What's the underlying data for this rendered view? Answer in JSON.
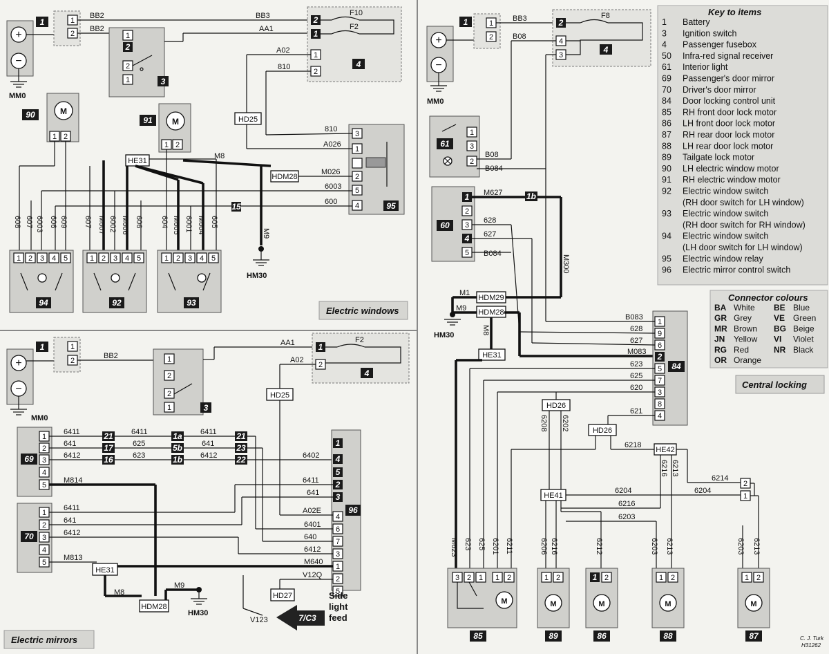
{
  "panels": {
    "electric_windows": {
      "title": "Electric windows"
    },
    "electric_mirrors": {
      "title": "Electric mirrors"
    },
    "central_locking": {
      "title": "Central locking"
    }
  },
  "key": {
    "title": "Key to items",
    "items": [
      {
        "num": "1",
        "text": "Battery"
      },
      {
        "num": "3",
        "text": "Ignition switch"
      },
      {
        "num": "4",
        "text": "Passenger fusebox"
      },
      {
        "num": "50",
        "text": "Infra-red signal receiver"
      },
      {
        "num": "61",
        "text": "Interior light"
      },
      {
        "num": "69",
        "text": "Passenger's door mirror"
      },
      {
        "num": "70",
        "text": "Driver's door mirror"
      },
      {
        "num": "84",
        "text": "Door locking control unit"
      },
      {
        "num": "85",
        "text": "RH front door lock motor"
      },
      {
        "num": "86",
        "text": "LH front door lock motor"
      },
      {
        "num": "87",
        "text": "RH rear door lock motor"
      },
      {
        "num": "88",
        "text": "LH rear door lock motor"
      },
      {
        "num": "89",
        "text": "Tailgate lock motor"
      },
      {
        "num": "90",
        "text": "LH electric window motor"
      },
      {
        "num": "91",
        "text": "RH electric window motor"
      },
      {
        "num": "92",
        "text": "Electric window switch"
      },
      {
        "num": "",
        "text": "(RH door switch for LH window)"
      },
      {
        "num": "93",
        "text": "Electric window switch"
      },
      {
        "num": "",
        "text": "(RH door switch for RH window)"
      },
      {
        "num": "94",
        "text": "Electric window switch"
      },
      {
        "num": "",
        "text": "(LH door switch for LH window)"
      },
      {
        "num": "95",
        "text": "Electric window relay"
      },
      {
        "num": "96",
        "text": "Electric mirror control switch"
      }
    ]
  },
  "colours": {
    "title": "Connector colours",
    "rows": [
      {
        "c1": "BA",
        "n1": "White",
        "c2": "BE",
        "n2": "Blue"
      },
      {
        "c1": "GR",
        "n1": "Grey",
        "c2": "VE",
        "n2": "Green"
      },
      {
        "c1": "MR",
        "n1": "Brown",
        "c2": "BG",
        "n2": "Beige"
      },
      {
        "c1": "JN",
        "n1": "Yellow",
        "c2": "VI",
        "n2": "Violet"
      },
      {
        "c1": "RG",
        "n1": "Red",
        "c2": "NR",
        "n2": "Black"
      },
      {
        "c1": "OR",
        "n1": "Orange",
        "c2": "",
        "n2": ""
      }
    ]
  },
  "credit": {
    "line1": "C. J. Turk",
    "line2": "H31262"
  },
  "side_feed": {
    "line1": "Side",
    "line2": "light",
    "line3": "feed",
    "arrow": "7/C3"
  },
  "badges": {
    "b1": "1",
    "b3": "3",
    "b4": "4",
    "b60": "60",
    "b61": "61",
    "b69": "69",
    "b70": "70",
    "b84": "84",
    "b85": "85",
    "b86": "86",
    "b87": "87",
    "b88": "88",
    "b89": "89",
    "b90": "90",
    "b91": "91",
    "b92": "92",
    "b93": "93",
    "b94": "94",
    "b95": "95",
    "b96": "96"
  },
  "fuses": {
    "f10": "F10",
    "f2": "F2",
    "f8": "F8"
  },
  "grounds": {
    "mm0": "MM0",
    "hm30": "HM30"
  },
  "labels": {
    "bb3": "BB3",
    "bb2": "BB2",
    "aa1": "AA1",
    "a02": "A02",
    "n810": "810",
    "hd25": "HD25",
    "a026": "A026",
    "m8": "M8",
    "he31": "HE31",
    "hdm28": "HDM28",
    "m026": "M026",
    "n6003": "6003",
    "n600": "600",
    "n15": "15",
    "m9": "M9",
    "n608": "608",
    "n607": "607",
    "n606": "606",
    "n609": "609",
    "m607": "M607",
    "n6002": "6002",
    "m606": "M606",
    "n604": "604",
    "m605": "M605",
    "n6001": "6001",
    "m604": "M604",
    "n605": "605",
    "n6411": "6411",
    "n641": "641",
    "n6412": "6412",
    "n625": "625",
    "n623": "623",
    "n21": "21",
    "n17": "17",
    "n16": "16",
    "n1a": "1a",
    "n5b": "5b",
    "n1b": "1b",
    "n23": "23",
    "n22": "22",
    "n6402": "6402",
    "m814": "M814",
    "m813": "M813",
    "a02e": "A02E",
    "n6401": "6401",
    "n640": "640",
    "m640": "M640",
    "v12q": "V12Q",
    "hd27": "HD27",
    "v123": "V123",
    "b08": "B08",
    "b084": "B084",
    "m627": "M627",
    "m1b": "1b",
    "n628": "628",
    "n627": "627",
    "m300": "M300",
    "m1": "M1",
    "hdm29": "HDM29",
    "b083": "B083",
    "m083": "M083",
    "n620": "620",
    "n621": "621",
    "hd26": "HD26",
    "n6208": "6208",
    "n6202": "6202",
    "n6218": "6218",
    "he42": "HE42",
    "n6216": "6216",
    "n6213": "6213",
    "n6214": "6214",
    "he41": "HE41",
    "n6204": "6204",
    "n6203": "6203",
    "m623": "M623",
    "n6201": "6201",
    "n6211": "6211",
    "n6206": "6206",
    "n6212": "6212"
  },
  "symbols": {
    "plus": "+",
    "minus": "−",
    "motor": "M"
  },
  "pins": {
    "p1": "1",
    "p2": "2",
    "p3": "3",
    "p4": "4",
    "p5": "5",
    "p6": "6",
    "p7": "7",
    "p8": "8",
    "p9": "9"
  }
}
